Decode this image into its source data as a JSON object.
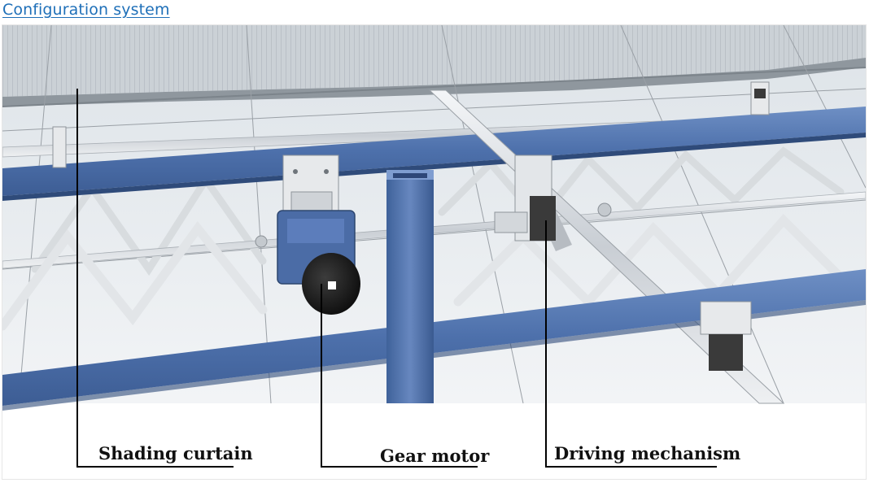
{
  "heading": "Configuration system",
  "figure": {
    "callouts": {
      "shading_curtain": "Shading curtain",
      "gear_motor": "Gear motor",
      "driving_mechanism": "Driving mechanism"
    }
  }
}
